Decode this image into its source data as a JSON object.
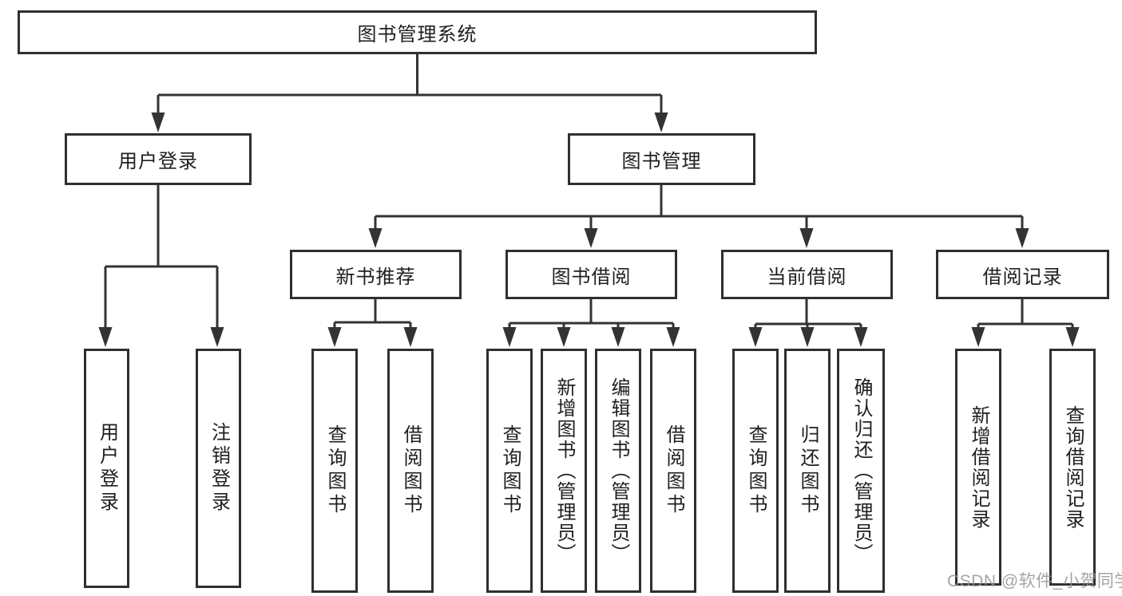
{
  "nodes": {
    "root": "图书管理系统",
    "user_login": "用户登录",
    "book_mgmt": "图书管理",
    "new_book_rec": "新书推荐",
    "book_borrow": "图书借阅",
    "current_borrow": "当前借阅",
    "borrow_record": "借阅记录"
  },
  "leaves": {
    "user_login": [
      "用户登录",
      "注销登录"
    ],
    "new_book_rec": [
      "查询图书",
      "借阅图书"
    ],
    "book_borrow": [
      "查询图书",
      "新增图书（管理员）",
      "编辑图书（管理员）",
      "借阅图书"
    ],
    "current_borrow": [
      "查询图书",
      "归还图书",
      "确认归还（管理员）"
    ],
    "borrow_record": [
      "新增借阅记录",
      "查询借阅记录"
    ]
  },
  "watermark": "CSDN @软件_小贺同学",
  "colors": {
    "line": "#333333",
    "box_border": "#2f2f2f",
    "text": "#1f1f1f",
    "watermark": "#949494",
    "background": "#ffffff"
  }
}
